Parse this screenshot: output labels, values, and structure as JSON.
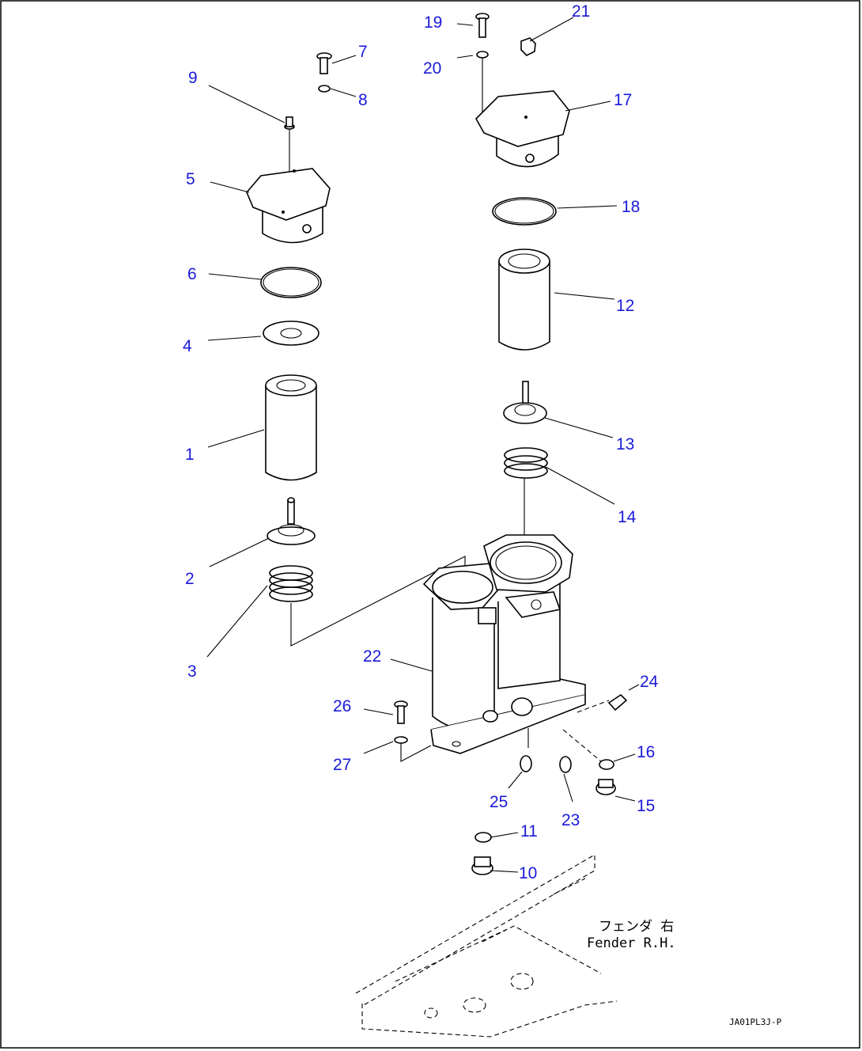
{
  "callouts": [
    "1",
    "2",
    "3",
    "4",
    "5",
    "6",
    "7",
    "8",
    "9",
    "10",
    "11",
    "12",
    "13",
    "14",
    "15",
    "16",
    "17",
    "18",
    "19",
    "20",
    "21",
    "22",
    "23",
    "24",
    "25",
    "26",
    "27"
  ],
  "caption": {
    "jp": "フェンダ 右",
    "en": "Fender R.H."
  },
  "drawing_code": "JA01PL3J-P",
  "colors": {
    "callout": "#1a1ad8",
    "line": "#000000"
  }
}
